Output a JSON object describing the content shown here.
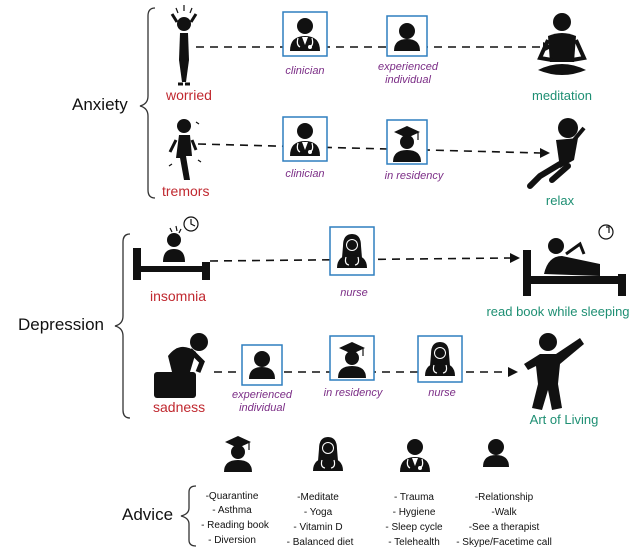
{
  "categories": {
    "anxiety": "Anxiety",
    "depression": "Depression",
    "advice": "Advice"
  },
  "rows": [
    {
      "symptom": "worried",
      "roles": [
        "clinician",
        "experienced individual"
      ],
      "activity": "meditation"
    },
    {
      "symptom": "tremors",
      "roles": [
        "clinician",
        "in residency"
      ],
      "activity": "relax"
    },
    {
      "symptom": "insomnia",
      "roles": [
        "nurse"
      ],
      "activity": "read book while sleeping"
    },
    {
      "symptom": "sadness",
      "roles": [
        "experienced individual",
        "in residency",
        "nurse"
      ],
      "activity": "Art of Living"
    }
  ],
  "role_lines": {
    "experienced_1": "experienced",
    "experienced_2": "individual"
  },
  "advice": [
    {
      "icon": "graduate-icon",
      "items": [
        "-Quarantine",
        "- Asthma",
        "- Reading book",
        "- Diversion"
      ]
    },
    {
      "icon": "nurse-icon",
      "items": [
        "-Meditate",
        "- Yoga",
        "- Vitamin D",
        "- Balanced diet"
      ]
    },
    {
      "icon": "doctor-icon",
      "items": [
        "- Trauma",
        "- Hygiene",
        "- Sleep cycle",
        "- Telehealth"
      ]
    },
    {
      "icon": "person-icon",
      "items": [
        "-Relationship",
        "-Walk",
        "-See a therapist",
        "- Skype/Facetime call"
      ]
    }
  ],
  "colors": {
    "symptom": "#c0282f",
    "activity": "#1e8f73",
    "role": "#7b2d86",
    "box": "#2f7fbf"
  }
}
